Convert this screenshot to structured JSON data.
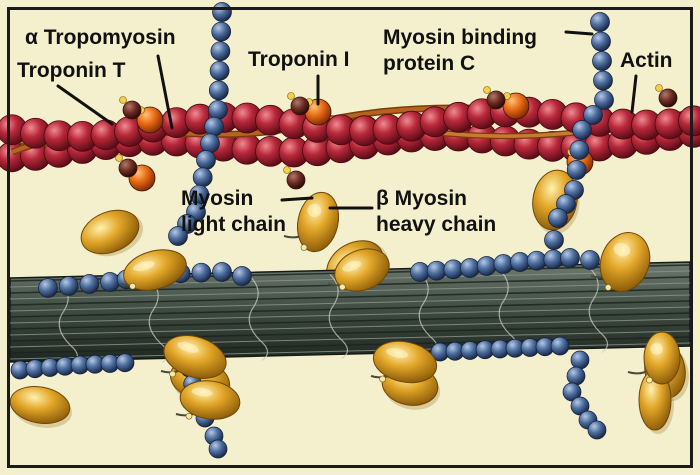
{
  "labels": {
    "alpha_tropomyosin": "α Tropomyosin",
    "troponin_t": "Troponin T",
    "troponin_i": "Troponin I",
    "mybpc_line1": "Myosin binding",
    "mybpc_line2": "protein C",
    "actin": "Actin",
    "mlc_line1": "Myosin",
    "mlc_line2": "light chain",
    "mhc_line1": "β Myosin",
    "mhc_line2": "heavy chain"
  },
  "colors": {
    "background": "#f4efcc",
    "frame": "#1a1a1a",
    "actin_bead": "#b8283a",
    "tropomyosin_strand": "#b5631e",
    "troponin_orange": "#e86a14",
    "troponin_dark": "#6b2a22",
    "mybpc_bead": "#4d6fa0",
    "myosin_head": "#e2a628",
    "thick_filament": "#3d4a40",
    "leader_line": "#111111"
  }
}
